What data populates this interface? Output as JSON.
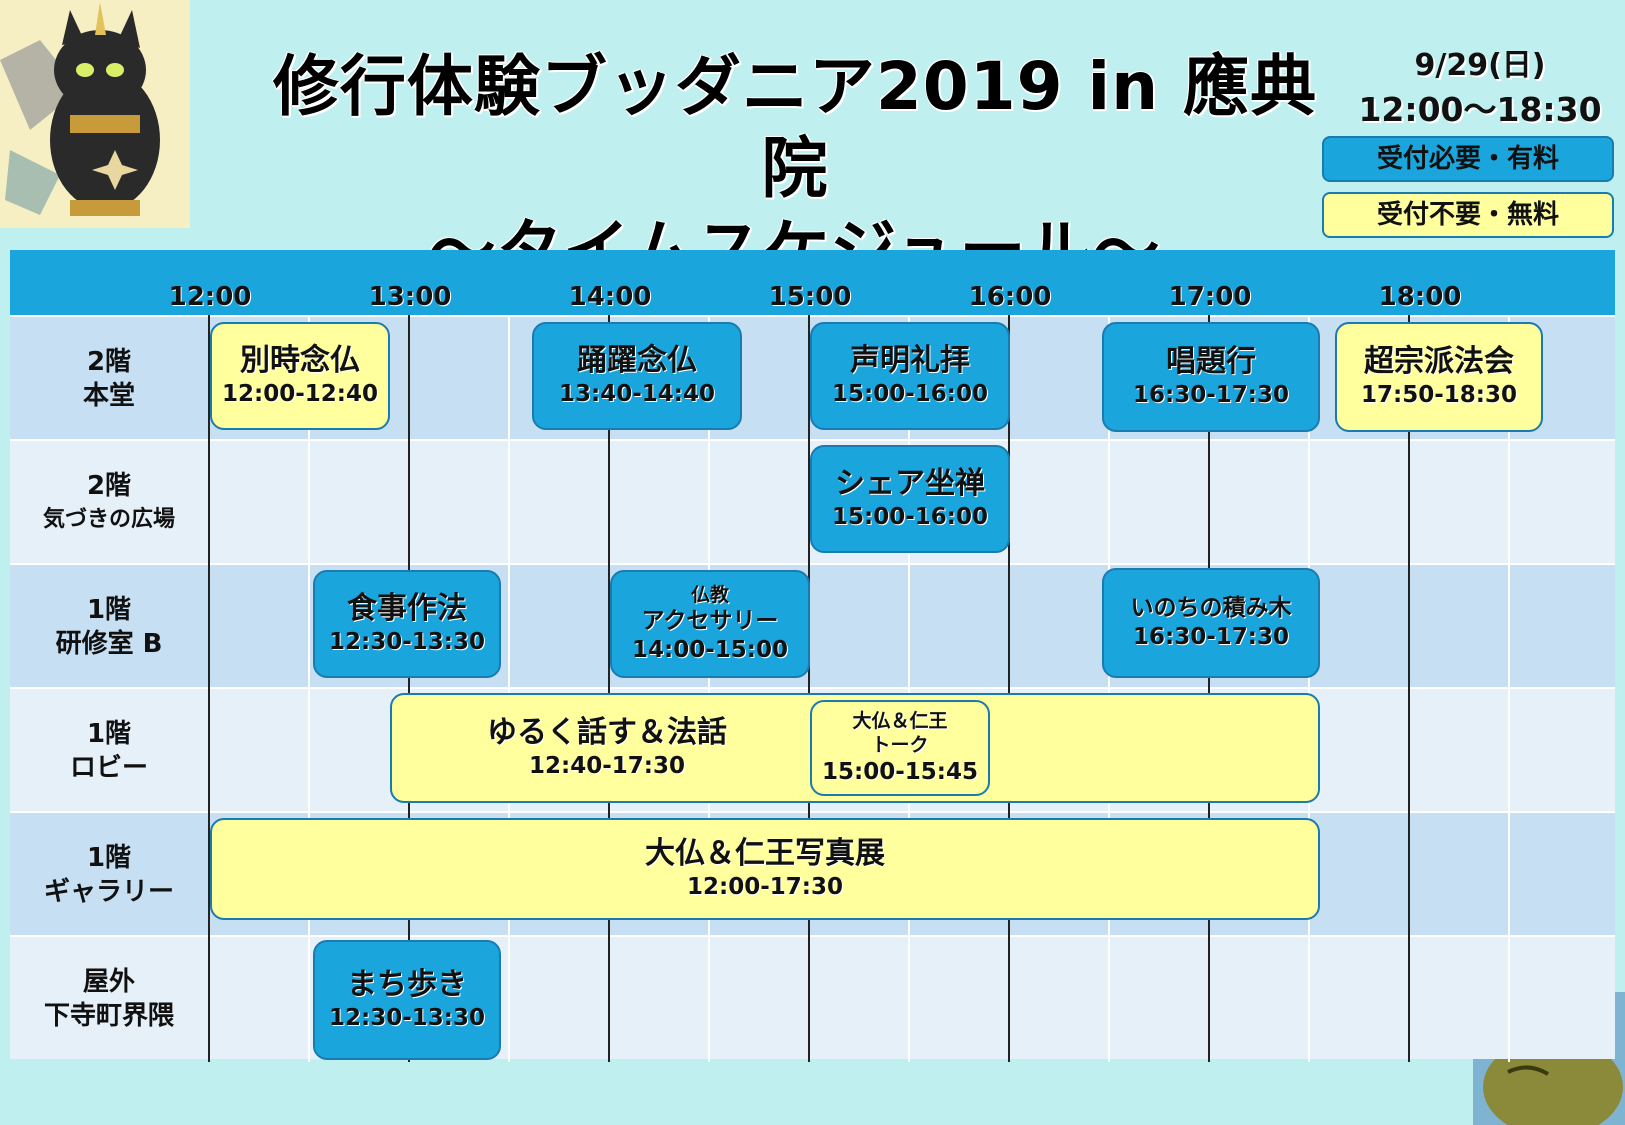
{
  "header": {
    "title_line1": "修行体験ブッダニア2019 in 應典院",
    "title_line2": "〜タイムスケジュール〜",
    "date": "9/29(日)",
    "time_range": "12:00〜18:30"
  },
  "legend": {
    "paid": "受付必要・有料",
    "free": "受付不要・無料"
  },
  "hours": [
    "12:00",
    "13:00",
    "14:00",
    "15:00",
    "16:00",
    "17:00",
    "18:00"
  ],
  "rooms": [
    {
      "floor": "2階",
      "name": "本堂"
    },
    {
      "floor": "2階",
      "name": "気づきの広場"
    },
    {
      "floor": "1階",
      "name": "研修室 B"
    },
    {
      "floor": "1階",
      "name": "ロビー"
    },
    {
      "floor": "1階",
      "name": "ギャラリー"
    },
    {
      "floor": "屋外",
      "name": "下寺町界隈"
    }
  ],
  "events": {
    "betsuji": {
      "name": "別時念仏",
      "time": "12:00-12:40",
      "kind": "free"
    },
    "yuyaku": {
      "name": "踊躍念仏",
      "time": "13:40-14:40",
      "kind": "paid"
    },
    "shomyo": {
      "name": "声明礼拝",
      "time": "15:00-16:00",
      "kind": "paid"
    },
    "shodai": {
      "name": "唱題行",
      "time": "16:30-17:30",
      "kind": "paid"
    },
    "choshuha": {
      "name": "超宗派法会",
      "time": "17:50-18:30",
      "kind": "free"
    },
    "share_zazen": {
      "name": "シェア坐禅",
      "time": "15:00-16:00",
      "kind": "paid"
    },
    "shokuji": {
      "name": "食事作法",
      "time": "12:30-13:30",
      "kind": "paid"
    },
    "bukkyo_line1": "仏教",
    "bukkyo_line2": "アクセサリー",
    "bukkyo_time": "14:00-15:00",
    "inochi": {
      "name": "いのちの積み木",
      "time": "16:30-17:30",
      "kind": "paid"
    },
    "yuruku": {
      "name": "ゆるく話す＆法話",
      "time": "12:40-17:30",
      "kind": "free"
    },
    "talk_line1": "大仏＆仁王",
    "talk_line2": "トーク",
    "talk_time": "15:00-15:45",
    "photo": {
      "name": "大仏＆仁王写真展",
      "time": "12:00-17:30",
      "kind": "free"
    },
    "machi": {
      "name": "まち歩き",
      "time": "12:30-13:30",
      "kind": "paid"
    }
  },
  "colors": {
    "background": "#bff0ef",
    "paid": "#1aa5dc",
    "free": "#ffff9e",
    "row_dark": "#c7dff2",
    "row_light": "#e6f0f9"
  },
  "icons": {
    "top_left": "black-cat-mascot",
    "bottom_right": "frog-mascot"
  }
}
